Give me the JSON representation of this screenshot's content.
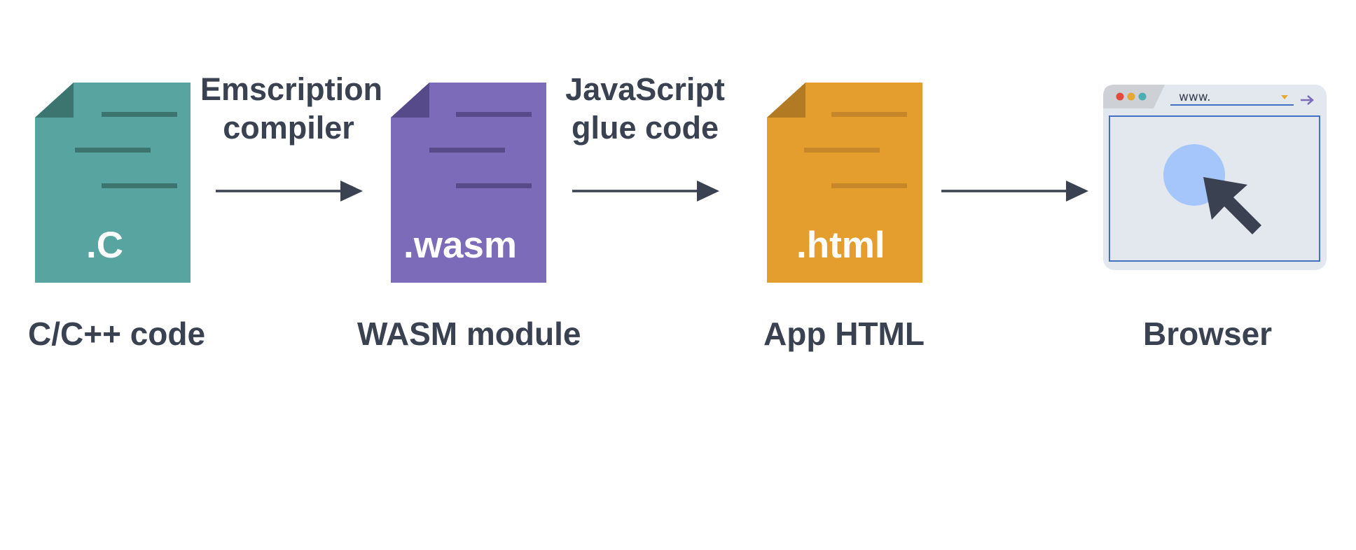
{
  "colors": {
    "c_doc": "#58a4a0",
    "c_doc_fold": "#3c7470",
    "wasm_doc": "#7b6bb8",
    "wasm_doc_fold": "#564a8a",
    "html_doc": "#e49e2e",
    "html_doc_fold": "#b27a22",
    "text_dark": "#3a4150",
    "browser_bg": "#e3e8ef",
    "browser_frame": "#4470c4",
    "cursor_circle": "#a4c6fa"
  },
  "documents": [
    {
      "ext": ".C",
      "label": "C/C++ code"
    },
    {
      "ext": ".wasm",
      "label": "WASM module"
    },
    {
      "ext": ".html",
      "label": "App HTML"
    }
  ],
  "steps": [
    {
      "line1": "Emscription",
      "line2": "compiler"
    },
    {
      "line1": "JavaScript",
      "line2": "glue code"
    }
  ],
  "browser": {
    "url": "www.",
    "label": "Browser",
    "icons": [
      "window-dots-icon",
      "dropdown-triangle-icon",
      "go-arrow-icon",
      "mouse-cursor-icon"
    ]
  }
}
